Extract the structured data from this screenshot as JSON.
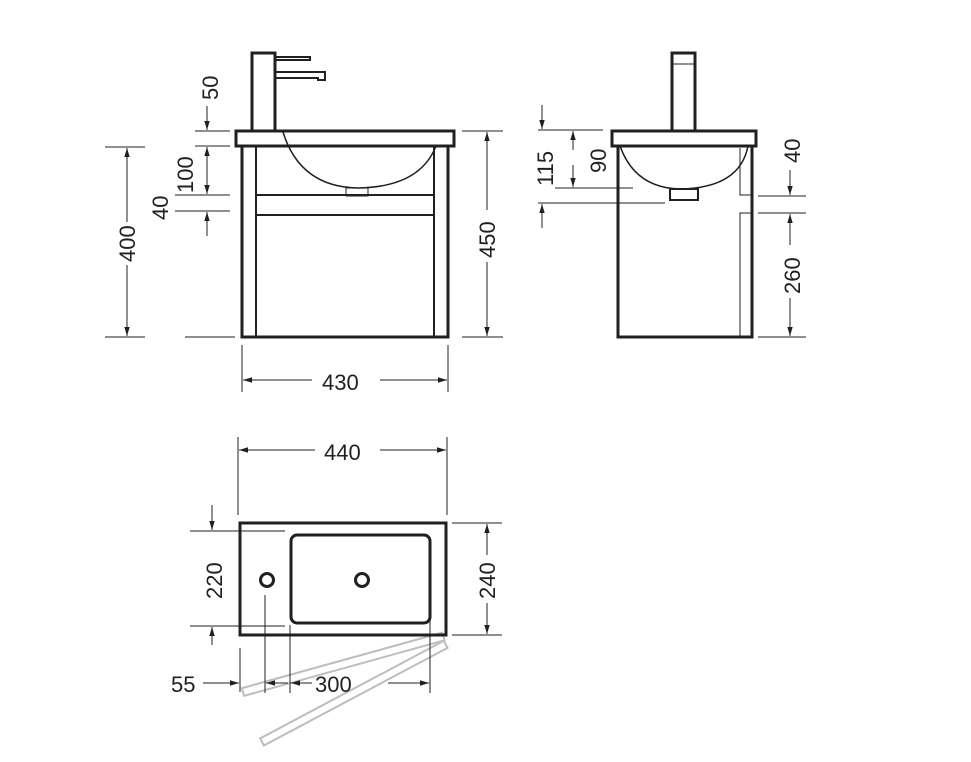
{
  "colors": {
    "line": "#231f20",
    "door_outline": "#bdbdbd",
    "background": "#ffffff"
  },
  "front_view": {
    "dims": {
      "faucet_gap": "50",
      "basin_depth": "100",
      "shelf": "40",
      "cabinet_height": "400",
      "total_height": "450",
      "width": "430"
    }
  },
  "side_view": {
    "dims": {
      "overall_depth": "115",
      "basin_depth": "90",
      "gap": "40",
      "door_height": "260"
    }
  },
  "top_view": {
    "dims": {
      "width": "440",
      "inner_depth": "220",
      "depth": "240",
      "hole_offset": "55",
      "basin_width": "300"
    }
  }
}
